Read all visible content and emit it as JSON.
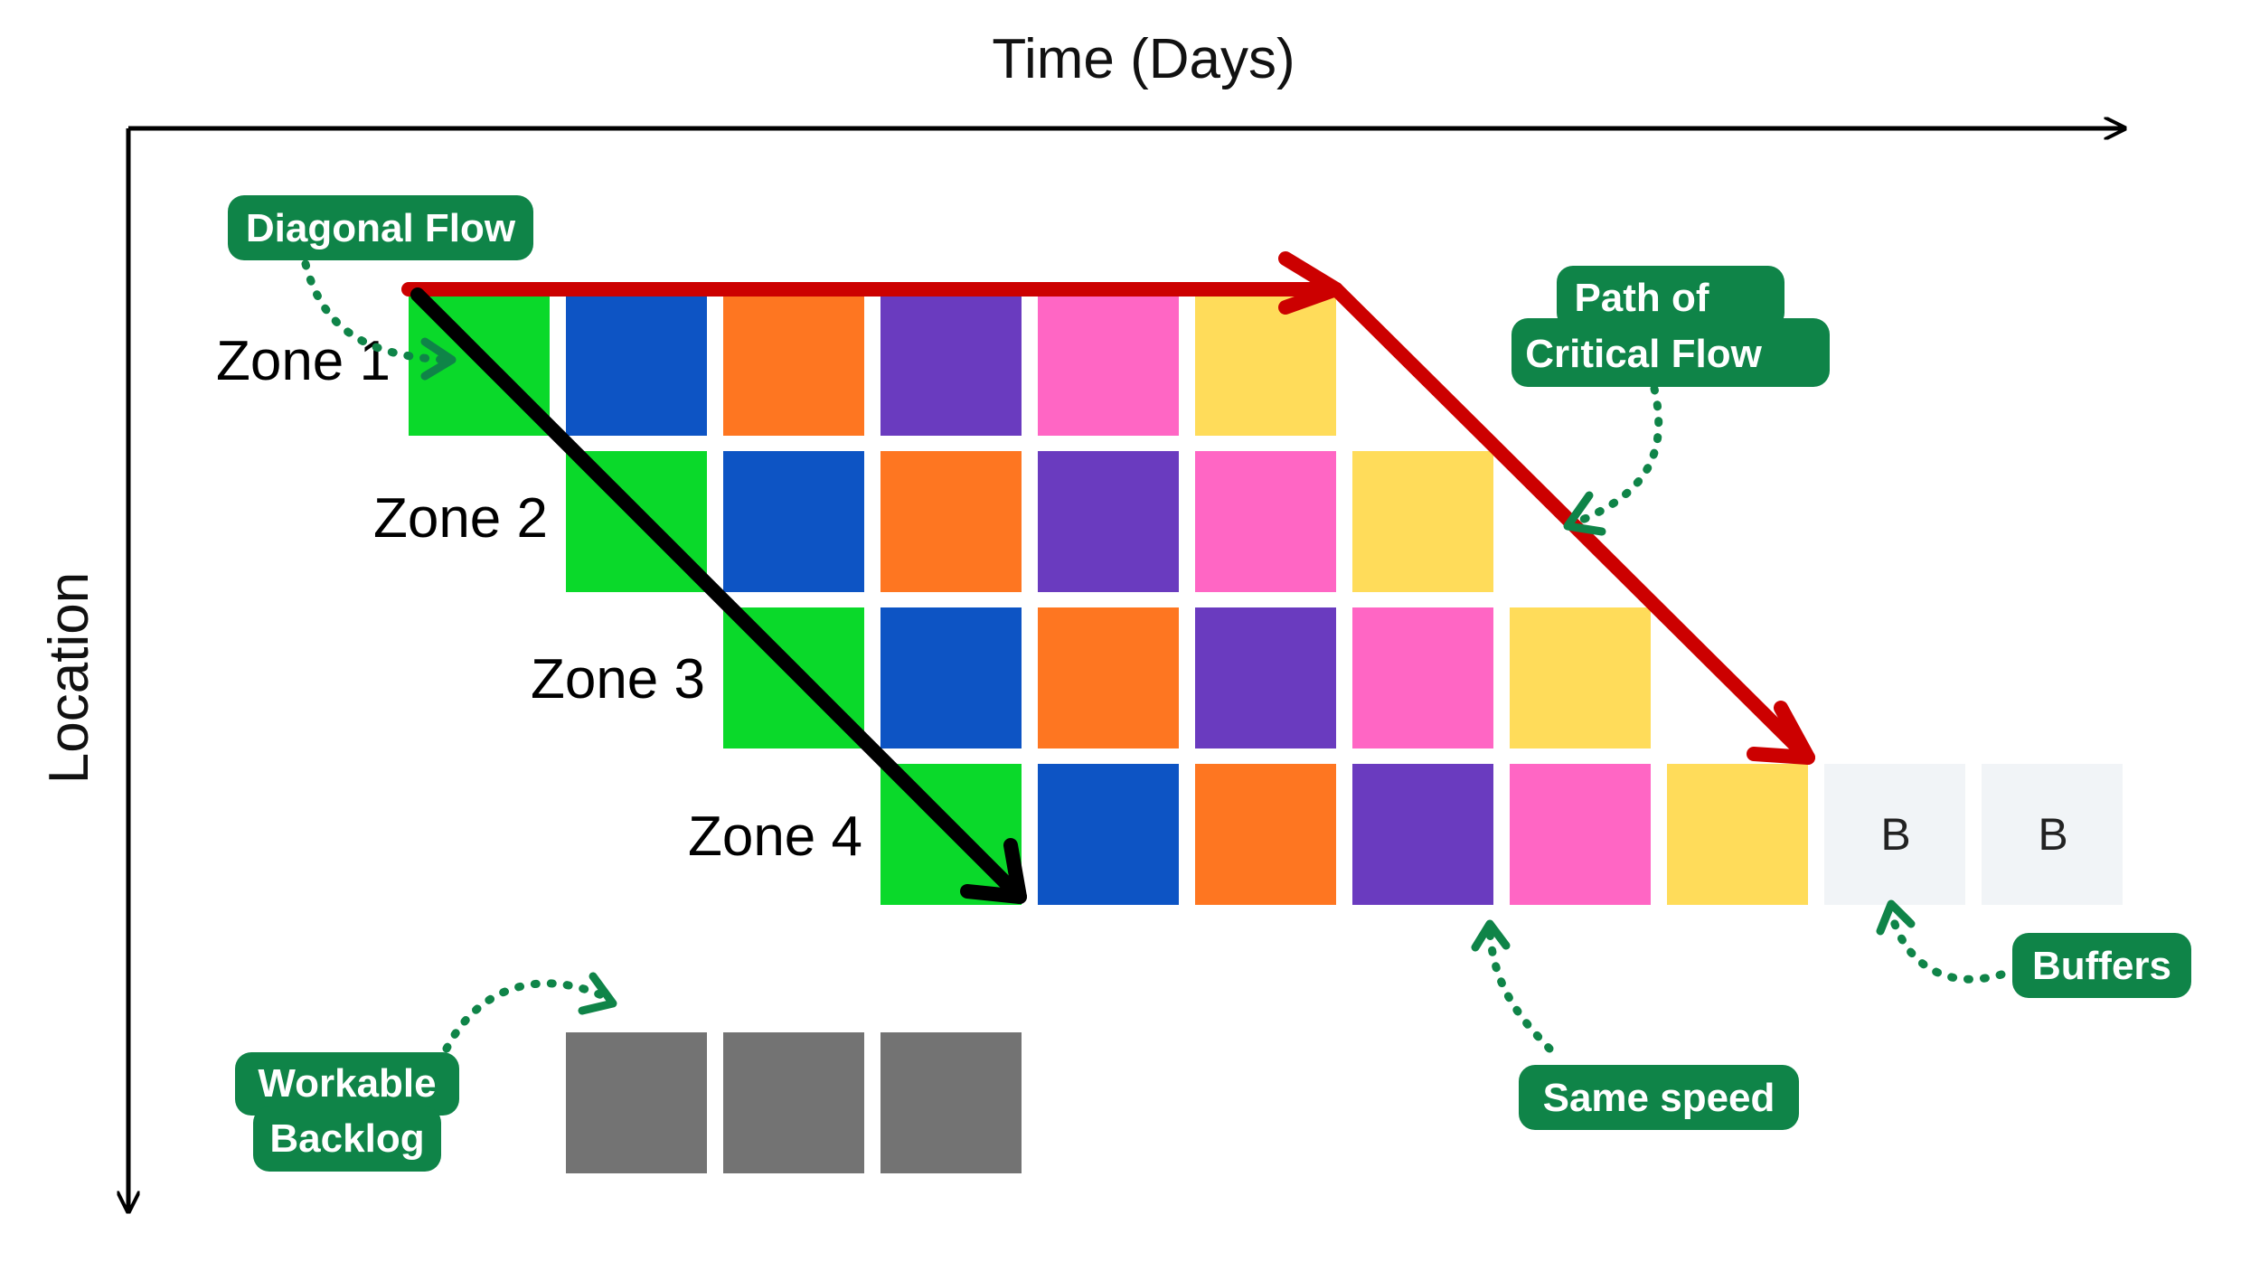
{
  "axes": {
    "x_title": "Time (Days)",
    "y_title": "Location"
  },
  "zones": [
    "Zone 1",
    "Zone 2",
    "Zone 3",
    "Zone 4"
  ],
  "trade_colors": [
    "#0ad92a",
    "#0d54c4",
    "#fe7621",
    "#6a3bbf",
    "#ff66c4",
    "#ffdc5a"
  ],
  "buffer_color": "#f1f4f7",
  "backlog_color": "#737373",
  "buffers": [
    "B",
    "B"
  ],
  "backlog_count": 3,
  "callouts": {
    "diagonal_flow": "Diagonal Flow",
    "critical_flow": [
      "Path of",
      "Critical Flow"
    ],
    "same_speed": "Same speed",
    "buffers": "Buffers",
    "workable_backlog": [
      "Workable",
      "Backlog"
    ]
  },
  "colors": {
    "callout_bg": "#0f8448",
    "critical_arrow": "#cc0000",
    "diagonal_arrow": "#000000"
  }
}
